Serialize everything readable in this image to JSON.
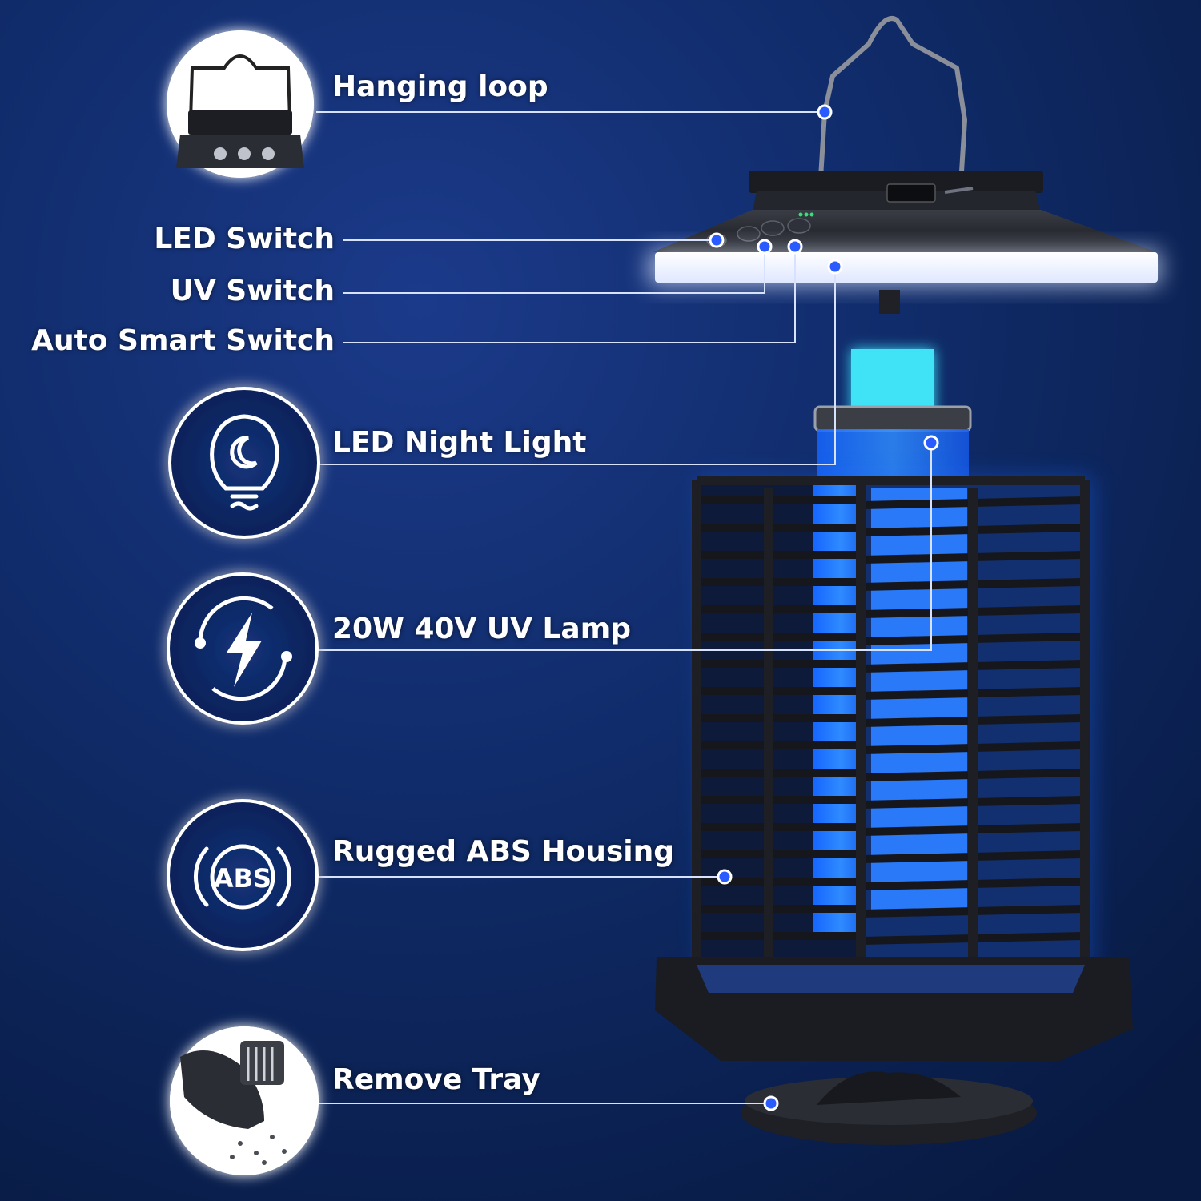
{
  "callouts": {
    "hanging_loop": "Hanging loop",
    "led_switch": "LED Switch",
    "uv_switch": "UV Switch",
    "auto_smart_switch": "Auto Smart Switch",
    "led_night_light": "LED Night Light",
    "uv_lamp": "20W 40V UV Lamp",
    "housing": "Rugged ABS Housing",
    "remove_tray": "Remove Tray"
  },
  "badges": {
    "abs_text": "ABS"
  },
  "colors": {
    "background": "#0b1f4e",
    "glow": "#3a6cff",
    "uv_blue": "#1e6bff",
    "cyan_light": "#33d6f0",
    "dot": "#2a5bff",
    "leader_line": "#d7e2ff"
  },
  "icons": {
    "hanging_loop_badge": "lamp-top-photo",
    "night_light_badge": "lightbulb-moon-icon",
    "uv_lamp_badge": "lightning-refresh-icon",
    "housing_badge": "abs-badge-icon",
    "tray_badge": "tray-bugs-photo"
  }
}
